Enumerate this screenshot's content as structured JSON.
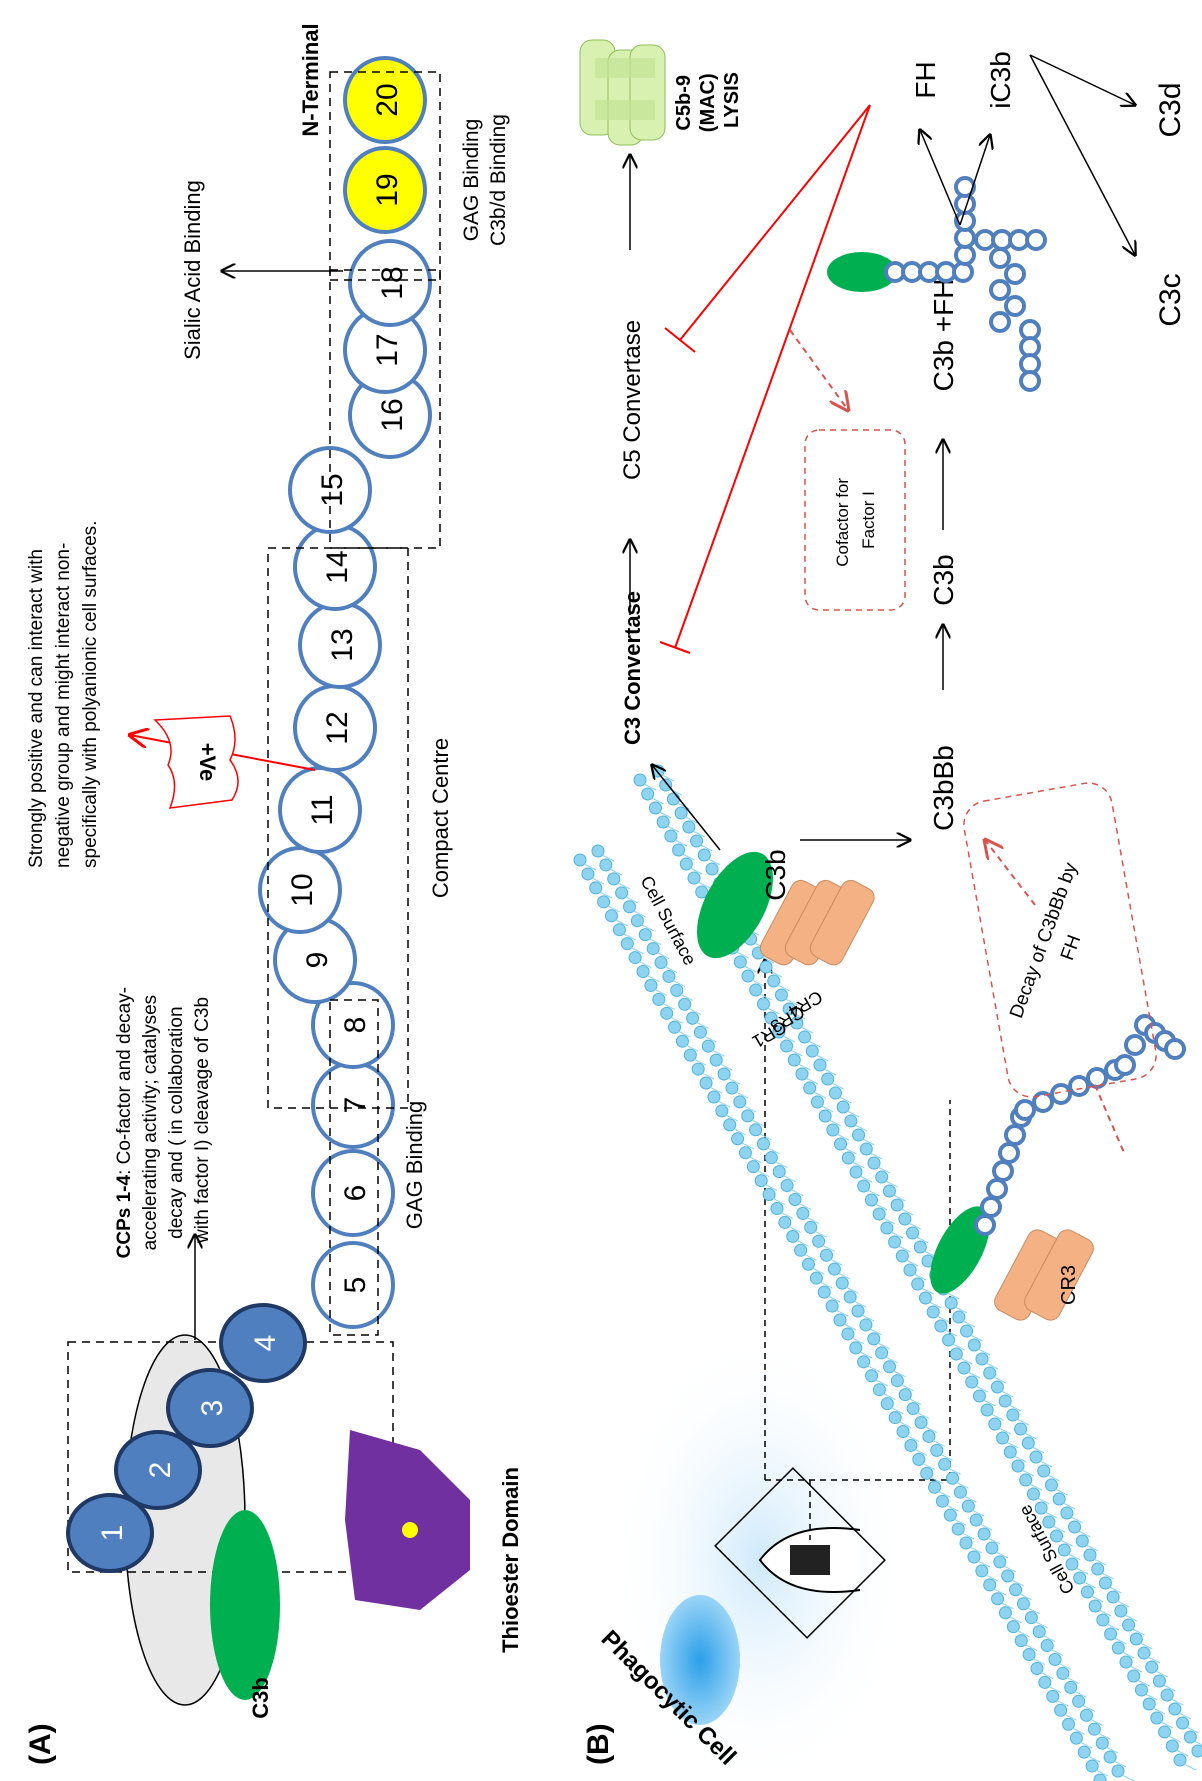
{
  "panel_a": {
    "label": "(A)",
    "n_terminal": "N-Terminal",
    "ccp_numbers": [
      "1",
      "2",
      "3",
      "4",
      "5",
      "6",
      "7",
      "8",
      "9",
      "10",
      "11",
      "12",
      "13",
      "14",
      "15",
      "16",
      "17",
      "18",
      "19",
      "20"
    ],
    "c3b_label": "C3b",
    "thioester_label": "Thioester Domain",
    "ccp_heading": "CCPs 1-4",
    "ccp_lines": [
      ": Co-factor and decay-",
      "accelerating activity; catalyses",
      "decay and ( in collaboration",
      "with factor I) cleavage of C3b"
    ],
    "gag_binding_1": "GAG Binding",
    "compact_centre": "Compact Centre",
    "positive_lines": [
      "Strongly positive and can interact with",
      "negative group and might interact non-",
      "specifically with polyanionic cell surfaces."
    ],
    "ve_label": "+Ve",
    "sialic_acid": "Sialic Acid Binding",
    "gag_binding_2": "GAG Binding",
    "c3bd_binding": "C3b/d Binding"
  },
  "panel_b": {
    "label": "(B)",
    "phagocytic_cell": "Phagocytic Cell",
    "cell_surface_1": "Cell Surface",
    "cell_surface_2": "Cell Surface",
    "cr3": "CR3",
    "cr_stack": [
      "CR4",
      "CR3",
      "CR1"
    ],
    "c3b": "C3b",
    "c3_convertase": "C3 Convertase",
    "c5_convertase": "C5 Convertase",
    "mac_lines": [
      "C5b-9",
      "(MAC)",
      "LYSIS"
    ],
    "c3bbb": "C3bBb",
    "c3b_2": "C3b",
    "c3b_fh": "C3b +FH",
    "fh": "FH",
    "ic3b": "iC3b",
    "c3c": "C3c",
    "c3d": "C3d",
    "cofactor_lines": [
      "Cofactor for",
      "Factor I"
    ],
    "decay_lines": [
      "Decay of C3bBb by",
      "FH"
    ]
  },
  "colors": {
    "ccp_outline": "#4f7fbf",
    "ccp_dark": "#4f7fbf",
    "ccp_yellow": "#ffff00",
    "thioester": "#7030a0",
    "c3b_green": "#00b050",
    "inhibit_red": "#ff0000",
    "dashed_red": "#d9534f",
    "membrane": "#8ed3f0",
    "receptor": "#f4b183"
  }
}
